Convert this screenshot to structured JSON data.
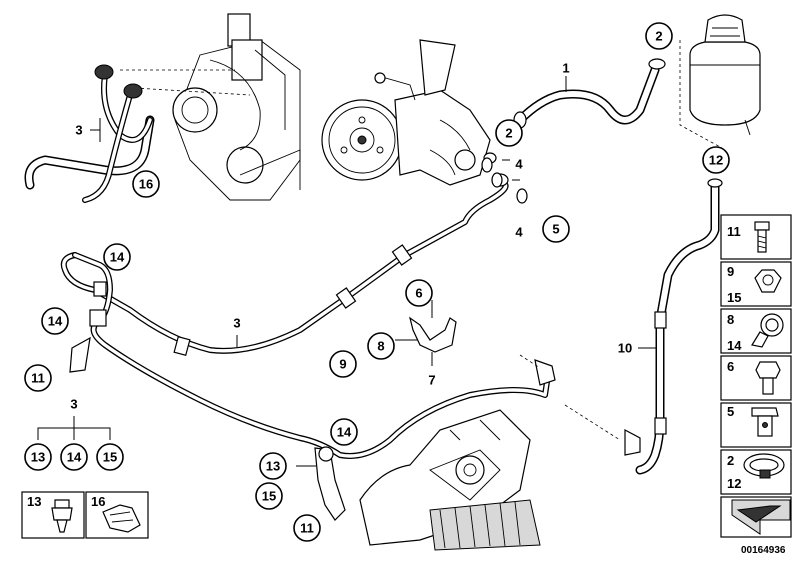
{
  "callouts": [
    {
      "id": "c2-top",
      "label": "2"
    },
    {
      "id": "c2-mid",
      "label": "2"
    },
    {
      "id": "c4-a",
      "label": "4"
    },
    {
      "id": "c4-b",
      "label": "4"
    },
    {
      "id": "c5",
      "label": "5"
    },
    {
      "id": "c1",
      "label": "1"
    },
    {
      "id": "c12",
      "label": "12"
    },
    {
      "id": "c3-top",
      "label": "3"
    },
    {
      "id": "c16-top",
      "label": "16"
    },
    {
      "id": "c14-a",
      "label": "14"
    },
    {
      "id": "c14-b",
      "label": "14"
    },
    {
      "id": "c11-a",
      "label": "11"
    },
    {
      "id": "c3-mid",
      "label": "3"
    },
    {
      "id": "c6",
      "label": "6"
    },
    {
      "id": "c8",
      "label": "8"
    },
    {
      "id": "c9",
      "label": "9"
    },
    {
      "id": "c7",
      "label": "7"
    },
    {
      "id": "c10",
      "label": "10"
    },
    {
      "id": "c3-group",
      "label": "3"
    },
    {
      "id": "c13-g",
      "label": "13"
    },
    {
      "id": "c14-g",
      "label": "14"
    },
    {
      "id": "c15-g",
      "label": "15"
    },
    {
      "id": "c14-c",
      "label": "14"
    },
    {
      "id": "c13-b",
      "label": "13"
    },
    {
      "id": "c15-b",
      "label": "15"
    },
    {
      "id": "c11-b",
      "label": "11"
    }
  ],
  "legend": {
    "rows": [
      {
        "labels": [
          "11"
        ],
        "icon": "bolt-icon"
      },
      {
        "labels": [
          "9",
          "15"
        ],
        "icon": "nut-icon"
      },
      {
        "labels": [
          "8",
          "14"
        ],
        "icon": "pipe-clamp-icon"
      },
      {
        "labels": [
          "6"
        ],
        "icon": "hex-screw-icon"
      },
      {
        "labels": [
          "5"
        ],
        "icon": "banjo-bolt-icon"
      },
      {
        "labels": [
          "2",
          "12"
        ],
        "icon": "hose-clamp-icon"
      }
    ],
    "bottom_left": [
      {
        "label": "13",
        "icon": "expanding-rivet-icon"
      },
      {
        "label": "16",
        "icon": "cable-clip-icon"
      }
    ]
  },
  "part_number": "00164936"
}
